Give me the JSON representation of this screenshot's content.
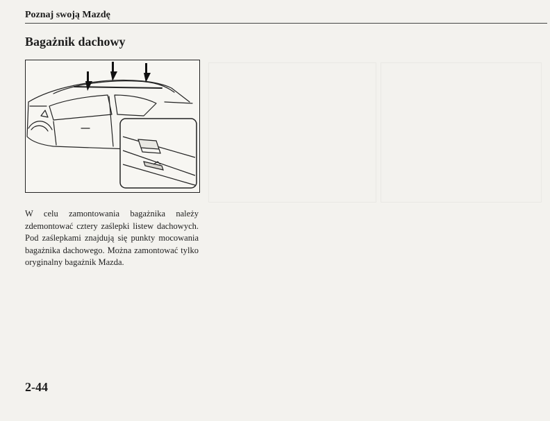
{
  "header": {
    "section": "Poznaj swoją Mazdę"
  },
  "title": "Bagażnik dachowy",
  "body": "W celu zamontowania bagażnika należy zdemontować cztery zaślepki listew dachowych. Pod zaślepkami znajdują się punkty mocowania bagażnika dachowego. Można zamontować tylko oryginalny bagażnik Mazda.",
  "page_number": "2-44",
  "figure": {
    "icon": "car-roof-rack-illustration"
  }
}
